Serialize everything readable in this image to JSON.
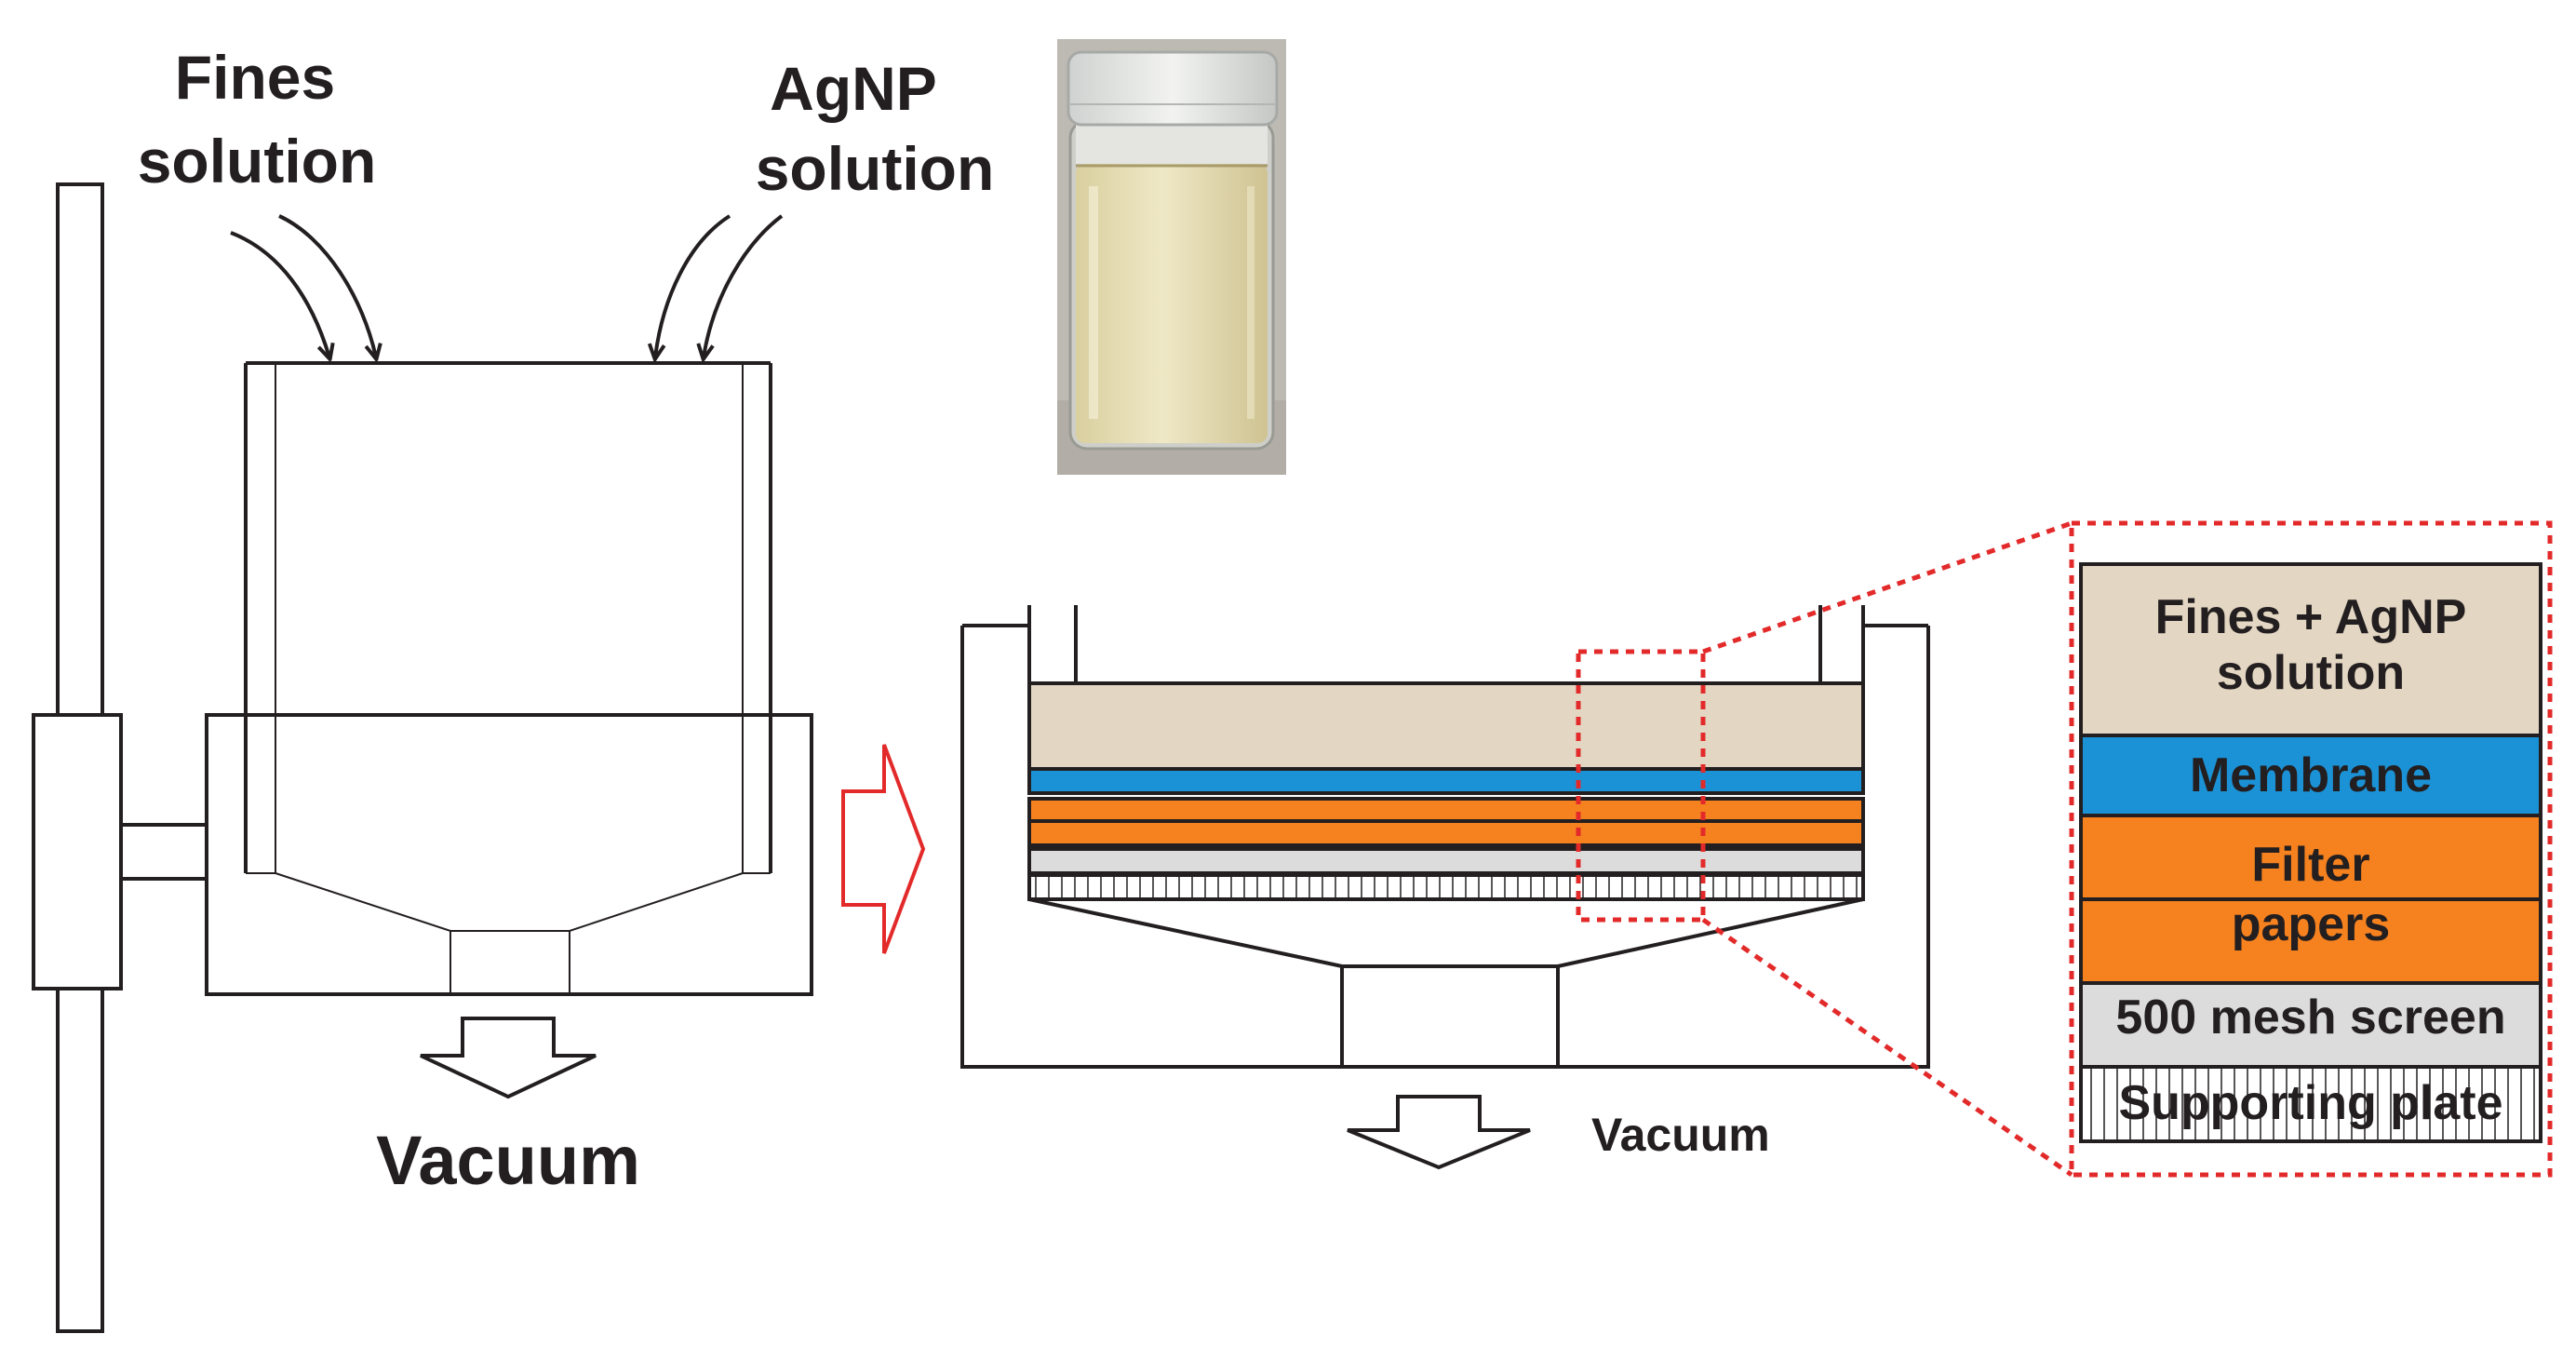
{
  "labels": {
    "fines_solution_line1": "Fines",
    "fines_solution_line2": "solution",
    "agnp_solution_line1": "AgNP",
    "agnp_solution_line2": "solution",
    "vacuum_left": "Vacuum",
    "vacuum_right": "Vacuum"
  },
  "layers": {
    "fines_agnp_line1": "Fines + AgNP",
    "fines_agnp_line2": "solution",
    "membrane": "Membrane",
    "filter_line1": "Filter",
    "filter_line2": "papers",
    "mesh_screen": "500 mesh screen",
    "supporting_plate": "Supporting plate"
  },
  "colors": {
    "solution": "#e3d6c2",
    "membrane": "#1c92d6",
    "filter_paper": "#f6811f",
    "mesh_screen": "#dcdcdc",
    "supporting_plate": "#ffffff",
    "outline": "#231f20",
    "zoom_box": "#e32a2a",
    "arrow_red": "#e32a2a",
    "vial_liquid": "#e6ddb0",
    "vial_glass": "#d8d8d4",
    "photo_background": "#bfbcb6"
  }
}
